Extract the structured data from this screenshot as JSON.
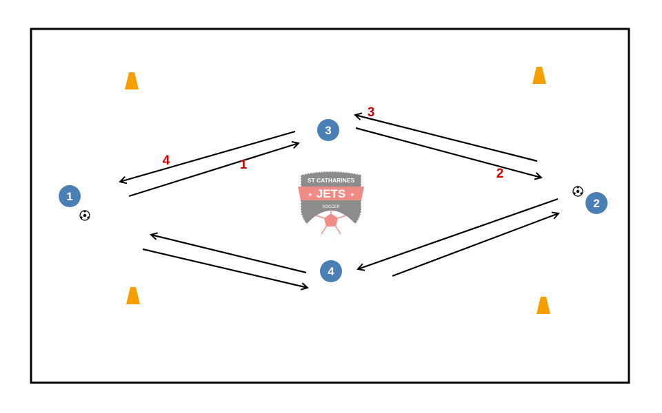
{
  "drill": {
    "players": [
      {
        "label": "1",
        "color": "#4a7fb5"
      },
      {
        "label": "2",
        "color": "#4a7fb5"
      },
      {
        "label": "3",
        "color": "#4a7fb5"
      },
      {
        "label": "4",
        "color": "#4a7fb5"
      }
    ],
    "pass_labels": [
      "1",
      "2",
      "3",
      "4"
    ],
    "pass_label_color": "#cc0000",
    "cone_color": "#f5a000",
    "logo": {
      "top_text": "ST CATHARINES",
      "main_text": "JETS",
      "bottom_text": "SOCCER"
    }
  }
}
